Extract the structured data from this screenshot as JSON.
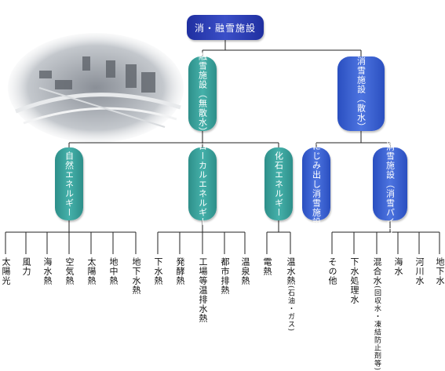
{
  "root": {
    "label": "消・融雪施設"
  },
  "level1": [
    {
      "label": "融雪施設（無散水）",
      "color": "#3aa39d"
    },
    {
      "label": "消雪施設（散水）",
      "color": "#3c63d4"
    }
  ],
  "level2": [
    {
      "label": "自然エネルギー"
    },
    {
      "label": "ローカルエネルギー"
    },
    {
      "label": "化石エネルギー"
    },
    {
      "label": "にじみ出し消雪施設"
    },
    {
      "label": "散水消雪施設（消雪パイプ）"
    }
  ],
  "leaves": {
    "natural": [
      "太陽光",
      "風力",
      "海水熱",
      "空気熱",
      "太陽熱",
      "地中熱",
      "地下水熱"
    ],
    "local": [
      "下水熱",
      "発酵熱",
      "工場等温排水熱",
      "都市排熱",
      "温泉熱"
    ],
    "fossil": [
      "電熱",
      "温水熱"
    ],
    "fossil_note": "(石油・ガス)",
    "sprinkling": [
      "その他",
      "下水処理水",
      "混合水",
      "海水",
      "河川水",
      "地下水"
    ],
    "mixed_note": "(回収水・凍結防止剤等)"
  },
  "colors": {
    "line": "#222222",
    "teal": "#3aa39d",
    "blue": "#3c63d4",
    "navy": "#2a3bb5"
  }
}
